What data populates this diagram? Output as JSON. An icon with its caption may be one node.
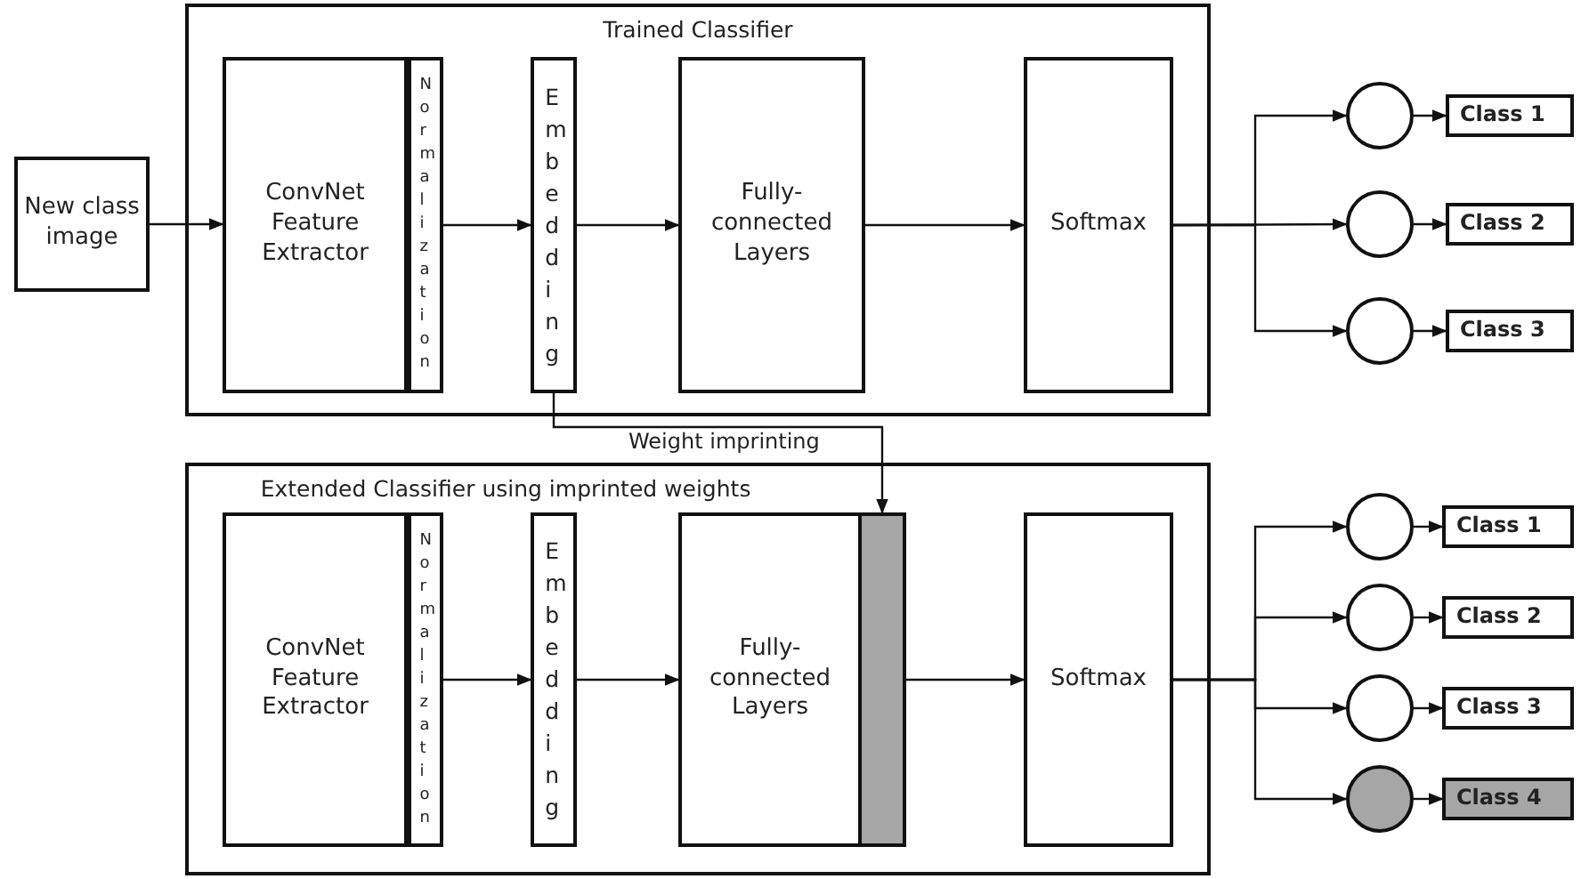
{
  "diagram": {
    "nodes": [
      {
        "text": [
          "New class image"
        ]
      },
      {
        "text": [
          "Trained Classifier"
        ]
      },
      {
        "text": [
          "ConvNet Feature Extractor"
        ],
        "in": 1
      },
      {
        "text": [
          "Normalization"
        ],
        "in": 1
      },
      {
        "text": [
          "Embedding"
        ],
        "in": 1
      },
      {
        "text": [
          "Fully-connected Layers"
        ],
        "in": 1
      },
      {
        "text": [
          "Softmax"
        ],
        "in": 1
      },
      {
        "text": [],
        "shape": "circle"
      },
      {
        "text": [],
        "shape": "circle"
      },
      {
        "text": [],
        "shape": "circle"
      },
      {
        "text": [
          "Class 1"
        ]
      },
      {
        "text": [
          "Class 2"
        ]
      },
      {
        "text": [
          "Class 3"
        ]
      },
      {
        "text": [
          "Extended Classifier using imprinted weights"
        ]
      },
      {
        "text": [
          "ConvNet Feature Extractor"
        ],
        "in": 13
      },
      {
        "text": [
          "Normalization"
        ],
        "in": 13
      },
      {
        "text": [
          "Embedding"
        ],
        "in": 13
      },
      {
        "text": [
          "Fully-connected Layers"
        ],
        "in": 13
      },
      {
        "text": [],
        "shape": "bar",
        "in": 13
      },
      {
        "text": [
          "Softmax"
        ],
        "in": 13
      },
      {
        "text": [],
        "shape": "circle"
      },
      {
        "text": [],
        "shape": "circle"
      },
      {
        "text": [],
        "shape": "circle"
      },
      {
        "text": [],
        "shape": "circle"
      },
      {
        "text": [
          "Class 1"
        ]
      },
      {
        "text": [
          "Class 2"
        ]
      },
      {
        "text": [
          "Class 3"
        ]
      },
      {
        "text": [
          "Class 4"
        ]
      }
    ],
    "edges": [
      {
        "from": 0,
        "to": 2,
        "arrow": "to"
      },
      {
        "from": 3,
        "to": 4,
        "arrow": "to"
      },
      {
        "from": 4,
        "to": 5,
        "arrow": "to"
      },
      {
        "from": 5,
        "to": 6,
        "arrow": "to"
      },
      {
        "from": 6,
        "to": 7,
        "arrow": "to"
      },
      {
        "from": 6,
        "to": 8,
        "arrow": "to"
      },
      {
        "from": 6,
        "to": 9,
        "arrow": "to"
      },
      {
        "from": 7,
        "to": 10,
        "arrow": "to"
      },
      {
        "from": 8,
        "to": 11,
        "arrow": "to"
      },
      {
        "from": 9,
        "to": 12,
        "arrow": "to"
      },
      {
        "from": 4,
        "to": 18,
        "arrow": "to",
        "label": "Weight imprinting"
      },
      {
        "from": 15,
        "to": 16,
        "arrow": "to"
      },
      {
        "from": 16,
        "to": 17,
        "arrow": "to"
      },
      {
        "from": 18,
        "to": 19,
        "arrow": "to"
      },
      {
        "from": 19,
        "to": 20,
        "arrow": "to"
      },
      {
        "from": 19,
        "to": 21,
        "arrow": "to"
      },
      {
        "from": 19,
        "to": 22,
        "arrow": "to"
      },
      {
        "from": 19,
        "to": 23,
        "arrow": "to"
      },
      {
        "from": 20,
        "to": 24,
        "arrow": "to"
      },
      {
        "from": 21,
        "to": 25,
        "arrow": "to"
      },
      {
        "from": 22,
        "to": 26,
        "arrow": "to"
      },
      {
        "from": 23,
        "to": 27,
        "arrow": "to"
      }
    ]
  }
}
